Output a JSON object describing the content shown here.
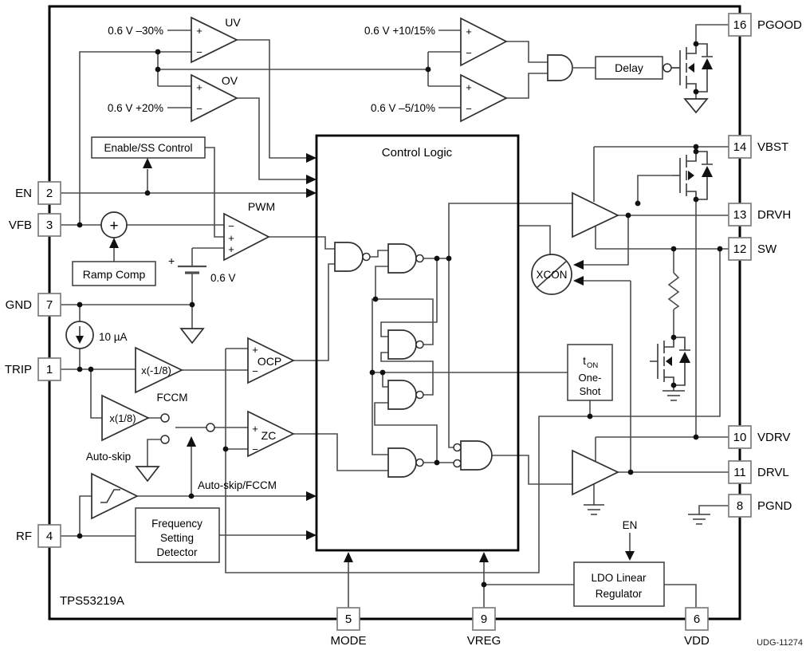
{
  "title": {
    "part": "TPS53219A",
    "doc_id": "UDG-11274"
  },
  "pins": {
    "left": [
      {
        "num": "2",
        "name": "EN"
      },
      {
        "num": "3",
        "name": "VFB"
      },
      {
        "num": "7",
        "name": "GND"
      },
      {
        "num": "1",
        "name": "TRIP"
      },
      {
        "num": "4",
        "name": "RF"
      }
    ],
    "right": [
      {
        "num": "16",
        "name": "PGOOD"
      },
      {
        "num": "14",
        "name": "VBST"
      },
      {
        "num": "13",
        "name": "DRVH"
      },
      {
        "num": "12",
        "name": "SW"
      },
      {
        "num": "10",
        "name": "VDRV"
      },
      {
        "num": "11",
        "name": "DRVL"
      },
      {
        "num": "8",
        "name": "PGND"
      }
    ],
    "bottom": [
      {
        "num": "5",
        "name": "MODE"
      },
      {
        "num": "9",
        "name": "VREG"
      },
      {
        "num": "6",
        "name": "VDD"
      }
    ]
  },
  "blocks": {
    "enable_ss": "Enable/SS Control",
    "ramp_comp": "Ramp Comp",
    "control_logic": "Control Logic",
    "delay": "Delay",
    "freq_line1": "Frequency",
    "freq_line2": "Setting",
    "freq_line3": "Detector",
    "oneshot_t": "t",
    "oneshot_t_sub": "ON",
    "oneshot_line2": "One-",
    "oneshot_line3": "Shot",
    "ldo_line1": "LDO Linear",
    "ldo_line2": "Regulator"
  },
  "comparators": {
    "uv": "UV",
    "ov": "OV",
    "pwm": "PWM",
    "ocp": "OCP",
    "zc": "ZC",
    "xcon": "XCON"
  },
  "refs": {
    "uv_threshold": "0.6 V –30%",
    "ov_threshold": "0.6 V +20%",
    "pg_upper": "0.6 V +10/15%",
    "pg_lower": "0.6 V –5/10%",
    "vref": "0.6 V"
  },
  "amps": {
    "ocp_gain": "x(-1/8)",
    "zc_gain": "x(1/8)"
  },
  "signals": {
    "fccm": "FCCM",
    "auto_skip": "Auto-skip",
    "auto_skip_fccm": "Auto-skip/FCCM",
    "en_internal": "EN",
    "bias_current": "10 µA"
  },
  "sym": {
    "plus": "+",
    "minus": "−"
  }
}
